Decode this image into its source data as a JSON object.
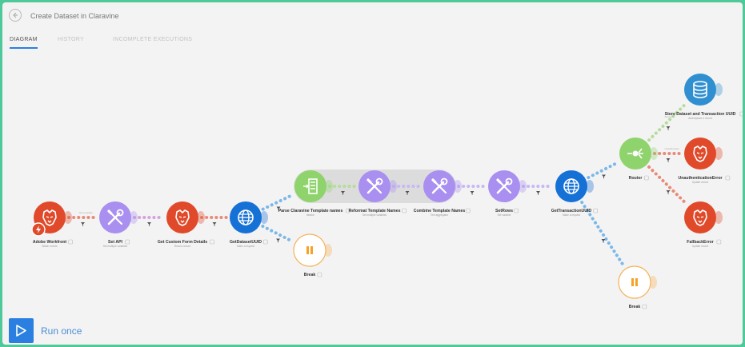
{
  "header": {
    "title": "Create Dataset in Claravine",
    "tabs": [
      {
        "label": "DIAGRAM",
        "active": true
      },
      {
        "label": "HISTORY",
        "active": false
      },
      {
        "label": "INCOMPLETE EXECUTIONS",
        "active": false
      }
    ]
  },
  "footer": {
    "run_label": "Run once"
  },
  "colors": {
    "accent": "#2a7fe0",
    "adobe": "#e04a2a",
    "tools": "#a98ff0",
    "http": "#1671d6",
    "flow": "#8fd36d",
    "pause": "#f5a227",
    "datastore": "#2f8fd0"
  },
  "nodes": [
    {
      "id": "adobe-workfront",
      "label": "Adobe Workfront",
      "sub": "Watch events",
      "kind": "adobe",
      "icon": "lion-icon",
      "badge": "lightning-icon"
    },
    {
      "id": "set-api",
      "label": "Set API",
      "sub": "Set multiple variables",
      "kind": "tools",
      "icon": "wrench-screwdriver-icon"
    },
    {
      "id": "get-custom-form-details",
      "label": "Get Custom Form Details",
      "sub": "Read a record",
      "kind": "adobe",
      "icon": "lion-icon"
    },
    {
      "id": "get-dataset-uuid",
      "label": "GetDatasetUUID",
      "sub": "Make a request",
      "kind": "http",
      "icon": "globe-icon"
    },
    {
      "id": "break-1",
      "label": "Break",
      "sub": "",
      "kind": "pause",
      "icon": "pause-icon"
    },
    {
      "id": "parse-templates",
      "label": "Parse Claravine Template names",
      "sub": "Iterator",
      "kind": "flow",
      "icon": "iterator-icon"
    },
    {
      "id": "reformat-templates",
      "label": "Reformat Template Names",
      "sub": "Set multiple variables",
      "kind": "tools",
      "icon": "wrench-screwdriver-icon"
    },
    {
      "id": "combine-templates",
      "label": "Combine Template Names",
      "sub": "Text aggregator",
      "kind": "tools",
      "icon": "wrench-screwdriver-icon"
    },
    {
      "id": "set-rows",
      "label": "SetRows",
      "sub": "Set variable",
      "kind": "tools",
      "icon": "wrench-screwdriver-icon"
    },
    {
      "id": "get-transaction-uuid",
      "label": "GetTransactionUUID",
      "sub": "Make a request",
      "kind": "http",
      "icon": "globe-icon"
    },
    {
      "id": "break-2",
      "label": "Break",
      "sub": "",
      "kind": "pause",
      "icon": "pause-icon"
    },
    {
      "id": "router",
      "label": "Router",
      "sub": "",
      "kind": "flow",
      "icon": "router-icon"
    },
    {
      "id": "store-dataset",
      "label": "Store Dataset and Transaction UUID",
      "sub": "Add/replace a record",
      "kind": "datastore",
      "icon": "database-icon"
    },
    {
      "id": "unauthentication-error",
      "label": "UnauthenticationError",
      "sub": "Update record",
      "kind": "adobe",
      "icon": "lion-icon"
    },
    {
      "id": "fallback-error",
      "label": "FallbackError",
      "sub": "Update record",
      "kind": "adobe",
      "icon": "lion-icon"
    }
  ],
  "links": [
    {
      "from": "adobe-workfront",
      "to": "set-api",
      "label": "Set template",
      "color": "#e88a78"
    },
    {
      "from": "set-api",
      "to": "get-custom-form-details",
      "label": "",
      "color": "#d7a0e0"
    },
    {
      "from": "get-custom-form-details",
      "to": "get-dataset-uuid",
      "label": "",
      "color": "#e88a78"
    },
    {
      "from": "get-dataset-uuid",
      "to": "parse-templates",
      "label": "",
      "color": "#7ab8e8"
    },
    {
      "from": "get-dataset-uuid",
      "to": "break-1",
      "label": "",
      "color": "#7ab8e8"
    },
    {
      "from": "parse-templates",
      "to": "reformat-templates",
      "label": "",
      "color": "#b5dd9a"
    },
    {
      "from": "reformat-templates",
      "to": "combine-templates",
      "label": "",
      "color": "#c8b8f4"
    },
    {
      "from": "combine-templates",
      "to": "set-rows",
      "label": "",
      "color": "#c8b8f4"
    },
    {
      "from": "set-rows",
      "to": "get-transaction-uuid",
      "label": "",
      "color": "#c8b8f4"
    },
    {
      "from": "get-transaction-uuid",
      "to": "router",
      "label": "",
      "color": "#7ab8e8"
    },
    {
      "from": "get-transaction-uuid",
      "to": "break-2",
      "label": "",
      "color": "#7ab8e8"
    },
    {
      "from": "router",
      "to": "store-dataset",
      "label": "Success",
      "color": "#b5dd9a"
    },
    {
      "from": "router",
      "to": "unauthentication-error",
      "label": "Unauthorized",
      "color": "#e88a78"
    },
    {
      "from": "router",
      "to": "fallback-error",
      "label": "",
      "color": "#e88a78"
    }
  ]
}
